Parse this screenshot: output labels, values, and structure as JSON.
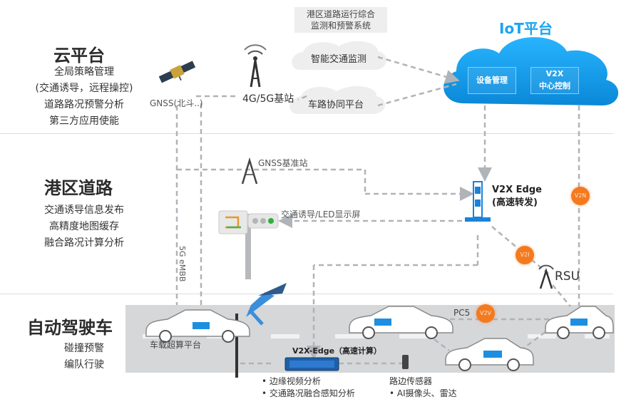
{
  "cloud_section": {
    "title": "云平台",
    "lines": [
      "全局策略管理",
      "(交通诱导，远程操控)",
      "道路路况预警分析",
      "第三方应用使能"
    ]
  },
  "port_section": {
    "title": "港区道路",
    "lines": [
      "交通诱导信息发布",
      "高精度地图缓存",
      "融合路况计算分析"
    ]
  },
  "vehicle_section": {
    "title": "自动驾驶车",
    "lines": [
      "碰撞预警",
      "编队行驶"
    ]
  },
  "system_label": {
    "line1": "港区道路运行综合",
    "line2": "监测和预警系统"
  },
  "bubbles": {
    "traffic_monitor": "智能交通监测",
    "coop_platform": "车路协同平台"
  },
  "iot": {
    "title": "IoT平台",
    "box1": "设备管理",
    "box2_line1": "V2X",
    "box2_line2": "中心控制"
  },
  "labels": {
    "gnss": "GNSS(北斗..)",
    "base_station": "4G/5G基站",
    "gnss_ref": "GNSS基准站",
    "display": "交通诱导/LED显示屏",
    "embb": "5G eMBB",
    "v2x_edge_top_line1": "V2X Edge",
    "v2x_edge_top_line2": "(高速转发)",
    "rsu": "RSU",
    "pc5": "PC5",
    "onboard": "车载超算平台",
    "v2x_edge_bottom": "V2X-Edge（高速计算）",
    "roadside_sensor": "路边传感器",
    "bullet_video": "• 边缘视频分析",
    "bullet_fusion": "• 交通路况融合感知分析",
    "bullet_ai": "• AI摄像头、雷达"
  },
  "dots": {
    "v2n": "V2N",
    "v2i": "V2I",
    "v2v": "V2V"
  },
  "colors": {
    "cloud": "#1aa5f0",
    "accent_orange": "#f47a20",
    "car": "#ffffff",
    "car_window": "#1e8fe0"
  }
}
